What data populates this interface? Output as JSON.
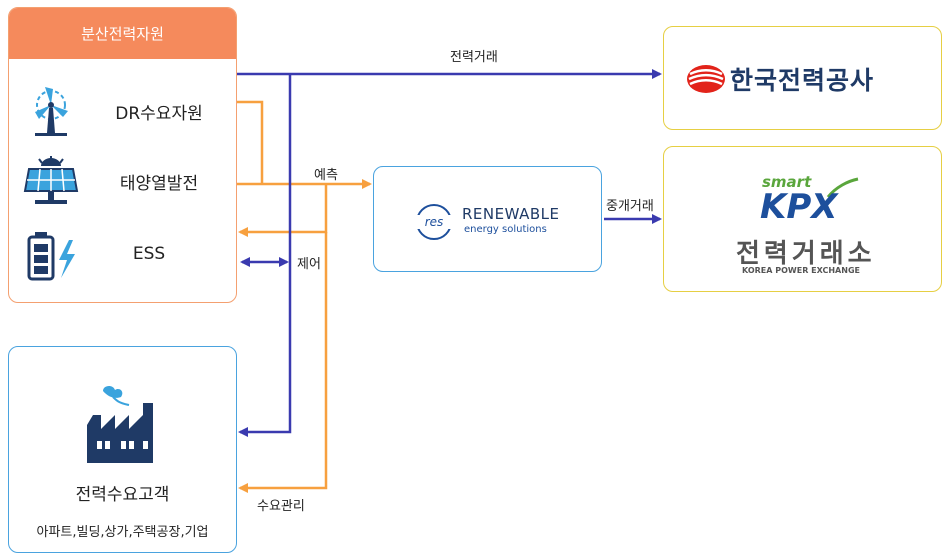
{
  "der": {
    "header": "분산전력자원",
    "items": [
      {
        "label": "DR수요자원",
        "icon": "wind-turbine-icon"
      },
      {
        "label": "태양열발전",
        "icon": "solar-panel-icon"
      },
      {
        "label": "ESS",
        "icon": "battery-icon"
      }
    ]
  },
  "customer": {
    "title": "전력수요고객",
    "subtitle": "아파트,빌딩,상가,주택공장,기업",
    "icon": "factory-icon"
  },
  "res": {
    "logo_mark": "res",
    "name": "RENEWABLE",
    "tagline": "energy solutions"
  },
  "kepco": {
    "name": "한국전력공사"
  },
  "kpx": {
    "smart": "smart",
    "mark": "KPX",
    "name": "전력거래소",
    "english": "KOREA POWER EXCHANGE"
  },
  "labels": {
    "power_trade": "전력거래",
    "forecast": "예측",
    "brokerage": "중개거래",
    "control": "제어",
    "demand_mgmt": "수요관리"
  },
  "colors": {
    "blue": "#3a3aaf",
    "orange": "#f7a03f",
    "der_header": "#f58a5c",
    "icon_navy": "#1f3a66",
    "icon_cyan": "#3aa3dd",
    "kepco_red": "#e2231a",
    "kpx_blue": "#1d4f9c",
    "kpx_green": "#5aa63c"
  }
}
